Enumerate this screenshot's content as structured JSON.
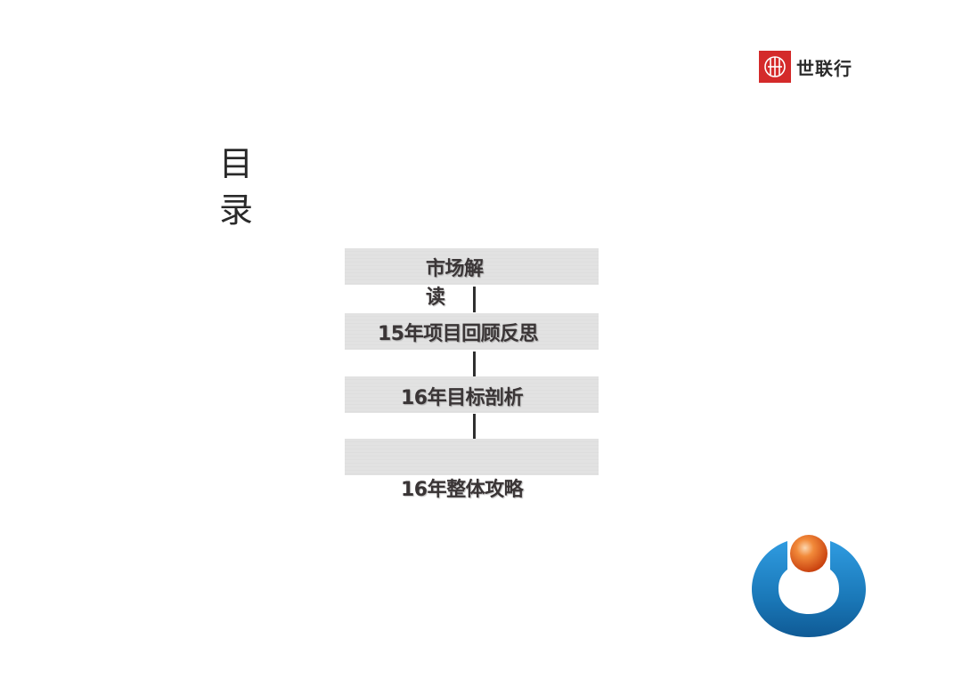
{
  "header": {
    "brand": {
      "name": "世联行",
      "mark_icon": "shilian-logo-icon",
      "mark_color": "#d42a2a"
    }
  },
  "toc": {
    "title_chars": [
      "目",
      "录"
    ],
    "items": [
      {
        "label_line1": "市场解",
        "label_line2": "读"
      },
      {
        "label": "15年项目回顾反思"
      },
      {
        "label": "16年目标剖析"
      },
      {
        "label": "16年整体攻略"
      }
    ],
    "bar_color": "#e2e2e2",
    "text_color": "#3a3536",
    "connector_color": "#2f2f2f"
  },
  "footer": {
    "emblem_icon": "company-emblem-icon",
    "emblem_colors": {
      "ring": "#1a78b8",
      "ball": "#e8601a"
    }
  }
}
